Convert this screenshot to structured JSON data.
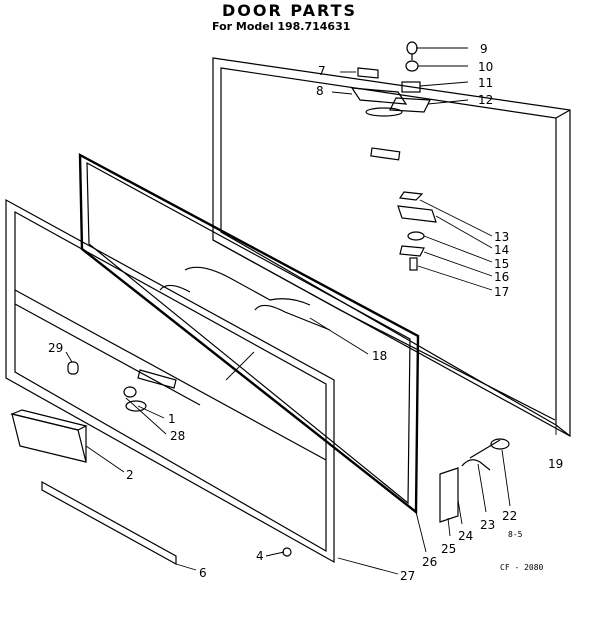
{
  "header": {
    "title": "DOOR PARTS",
    "subtitle": "For Model 198.714631"
  },
  "notes": {
    "code_a": "8-5",
    "code_b": "CF - 2080"
  },
  "callouts": [
    "1",
    "2",
    "4",
    "6",
    "7",
    "8",
    "9",
    "10",
    "11",
    "12",
    "13",
    "14",
    "15",
    "16",
    "17",
    "18",
    "19",
    "22",
    "23",
    "24",
    "25",
    "26",
    "27",
    "28",
    "29"
  ]
}
